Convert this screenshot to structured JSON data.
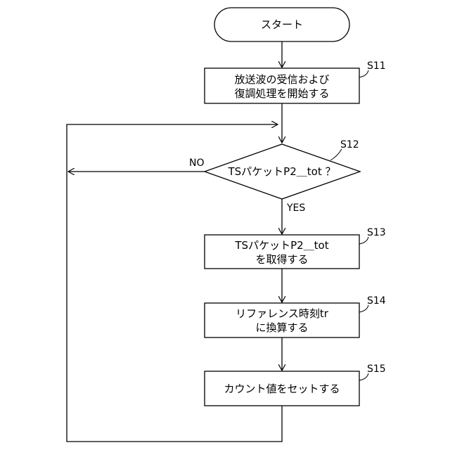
{
  "flowchart": {
    "start": {
      "label": "スタート"
    },
    "s11": {
      "step": "S11",
      "lines": [
        "放送波の受信および",
        "復調処理を開始する"
      ]
    },
    "s12": {
      "step": "S12",
      "label": "TSパケットP2＿tot ？",
      "no_label": "NO",
      "yes_label": "YES"
    },
    "s13": {
      "step": "S13",
      "lines": [
        "TSパケットP2＿tot",
        "を取得する"
      ]
    },
    "s14": {
      "step": "S14",
      "lines": [
        "リファレンス時刻tr",
        "に換算する"
      ]
    },
    "s15": {
      "step": "S15",
      "label": "カウント値をセットする"
    }
  }
}
